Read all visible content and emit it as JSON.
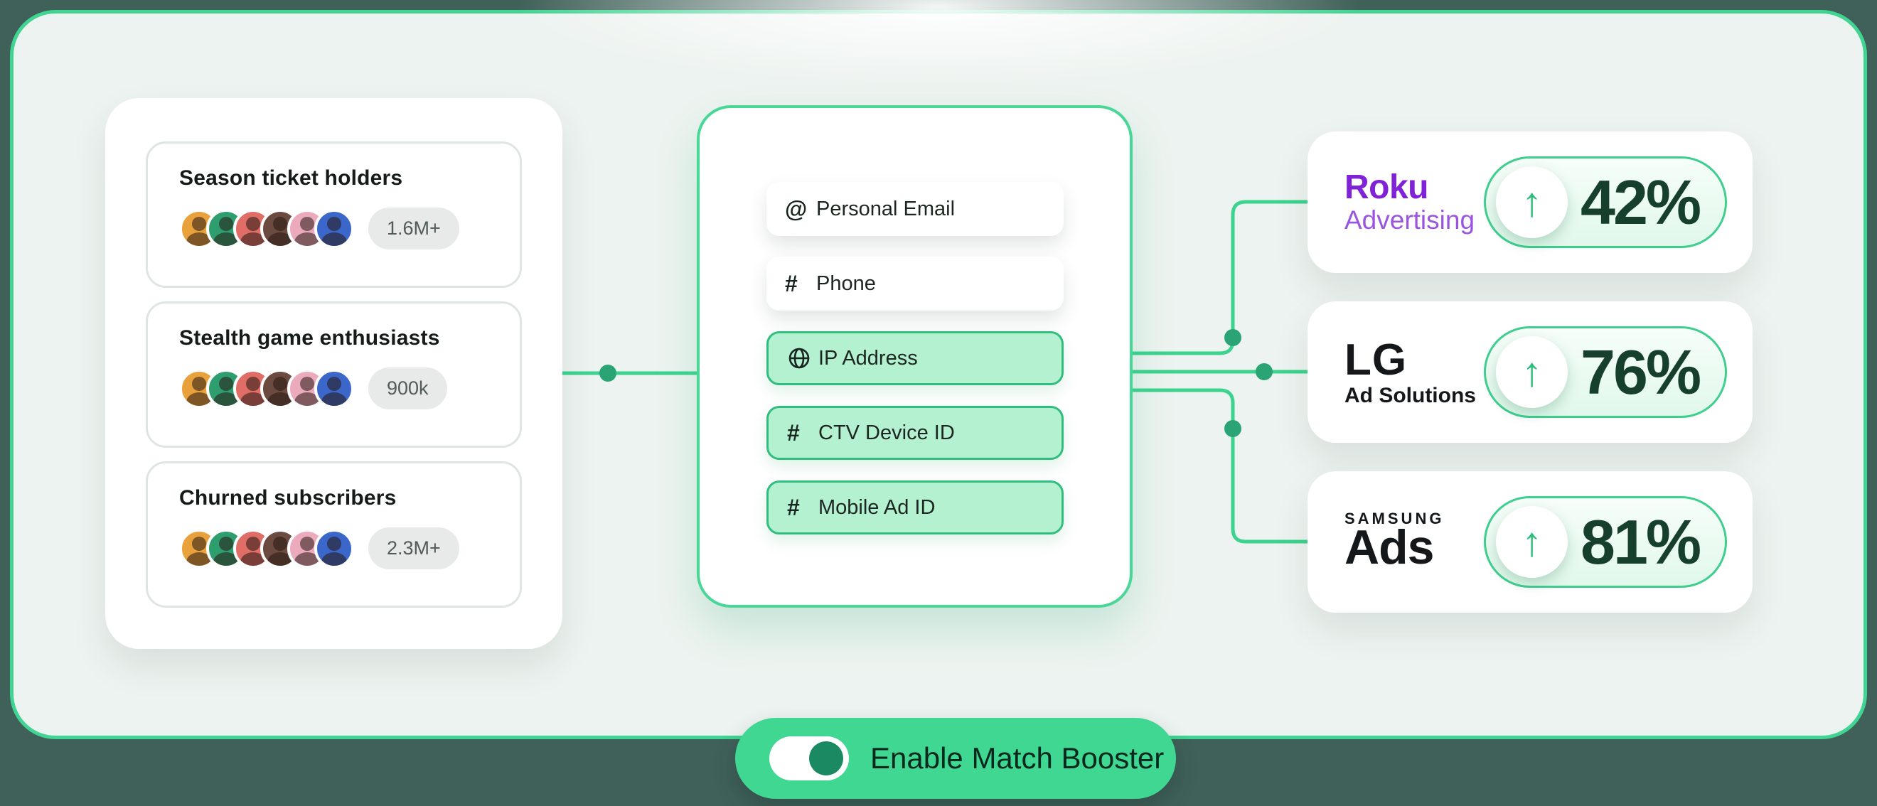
{
  "audience_panel": {
    "segments": [
      {
        "title": "Season ticket holders",
        "count": "1.6M+"
      },
      {
        "title": "Stealth game enthusiasts",
        "count": "900k"
      },
      {
        "title": "Churned subscribers",
        "count": "2.3M+"
      }
    ]
  },
  "identity_panel": {
    "items": [
      {
        "label": "Personal Email",
        "icon": "at-icon",
        "highlighted": false
      },
      {
        "label": "Phone",
        "icon": "hash-icon",
        "highlighted": false
      },
      {
        "label": "IP Address",
        "icon": "globe-icon",
        "highlighted": true
      },
      {
        "label": "CTV Device ID",
        "icon": "hash-icon",
        "highlighted": true
      },
      {
        "label": "Mobile Ad ID",
        "icon": "hash-icon",
        "highlighted": true
      }
    ]
  },
  "platforms": [
    {
      "name": "Roku Advertising",
      "line1": "Roku",
      "line2": "Advertising",
      "match_rate": "42%"
    },
    {
      "name": "LG Ad Solutions",
      "line1": "LG",
      "line2": "Ad Solutions",
      "match_rate": "76%"
    },
    {
      "name": "Samsung Ads",
      "line1": "SAMSUNG",
      "line2": "Ads",
      "match_rate": "81%"
    }
  ],
  "toggle": {
    "label": "Enable Match Booster",
    "state": "on"
  },
  "icons": {
    "at": "@",
    "hash": "#",
    "arrow_up": "↑"
  },
  "colors": {
    "outer_background": "#40605a",
    "panel_background": "#edf3f0",
    "accent_green": "#3fd792",
    "connector_green": "#3bd38e",
    "chip_green": "#b4f1d1",
    "chip_border": "#2fbe7e",
    "dark_green_text": "#17402c",
    "roku_purple": "#8022d6",
    "toggle_knob_green": "#1b8a62"
  }
}
